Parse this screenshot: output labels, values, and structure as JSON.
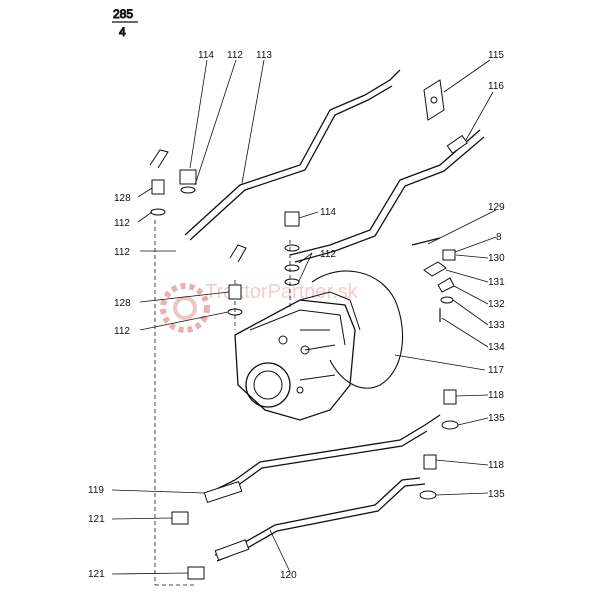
{
  "diagram": {
    "ref_top": "285",
    "ref_bottom": "4",
    "watermark": "TraktorPartner.sk",
    "labels": {
      "l114a": "114",
      "l112a": "112",
      "l113": "113",
      "l115": "115",
      "l116": "116",
      "l128a": "128",
      "l112b": "112",
      "l114b": "114",
      "l129": "129",
      "l8": "8",
      "l112c": "112",
      "l112d": "112",
      "l130": "130",
      "l131": "131",
      "l128b": "128",
      "l132": "132",
      "l133": "133",
      "l112e": "112",
      "l134": "134",
      "l117": "117",
      "l118a": "118",
      "l135a": "135",
      "l118b": "118",
      "l119": "119",
      "l135b": "135",
      "l121a": "121",
      "l121b": "121",
      "l120": "120"
    }
  }
}
